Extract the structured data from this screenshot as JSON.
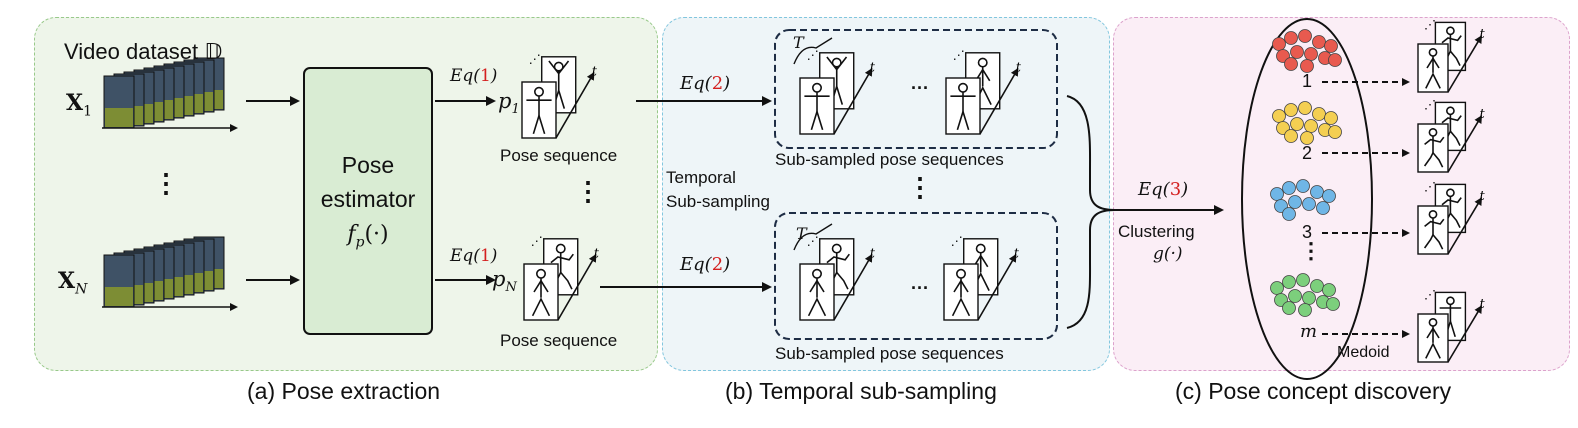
{
  "colors": {
    "panel_a_bg": "#eef5ea",
    "panel_b_bg": "#eef5f8",
    "panel_c_bg": "#fbeef6",
    "estimator_fill": "#d9ecd3",
    "eq_number": "#d42020",
    "cluster_red": "#e85a4f",
    "cluster_yellow": "#f4cf52",
    "cluster_blue": "#6fb6e6",
    "cluster_green": "#7ccf7c"
  },
  "panel_a": {
    "dataset_label": "Video dataset 𝔻",
    "x1": {
      "base": "X",
      "sub": "1"
    },
    "xn": {
      "base": "X",
      "sub": "N"
    },
    "vdots": "⋮",
    "estimator": {
      "line1": "Pose",
      "line2": "estimator",
      "func": "f",
      "func_sub": "p",
      "func_arg": "(·)"
    },
    "eq1_top": {
      "prefix": "Eq(",
      "num": "1",
      "suffix": ")"
    },
    "eq1_bottom": {
      "prefix": "Eq(",
      "num": "1",
      "suffix": ")"
    },
    "p1": {
      "base": "p",
      "sub": "1"
    },
    "pn": {
      "base": "p",
      "sub": "N"
    },
    "pose_sequence_top": "Pose sequence",
    "pose_sequence_bottom": "Pose sequence",
    "caption": "(a) Pose extraction"
  },
  "panel_b": {
    "eq2_top": {
      "prefix": "Eq(",
      "num": "2",
      "suffix": ")"
    },
    "eq2_bottom": {
      "prefix": "Eq(",
      "num": "2",
      "suffix": ")"
    },
    "temporal_line1": "Temporal",
    "temporal_line2": "Sub-sampling",
    "subsampled_top": "Sub-sampled pose sequences",
    "subsampled_bottom": "Sub-sampled pose sequences",
    "t_label": "T",
    "time_label": "t",
    "ellipsis": "···",
    "vdots": "⋮",
    "caption": "(b) Temporal sub-sampling"
  },
  "panel_c": {
    "eq3": {
      "prefix": "Eq(",
      "num": "3",
      "suffix": ")"
    },
    "clustering": "Clustering",
    "g_func": "g(·)",
    "cluster_ids": [
      "1",
      "2",
      "3",
      "m"
    ],
    "vdots": "⋮",
    "medoid": "Medoid",
    "caption": "(c) Pose concept discovery"
  }
}
